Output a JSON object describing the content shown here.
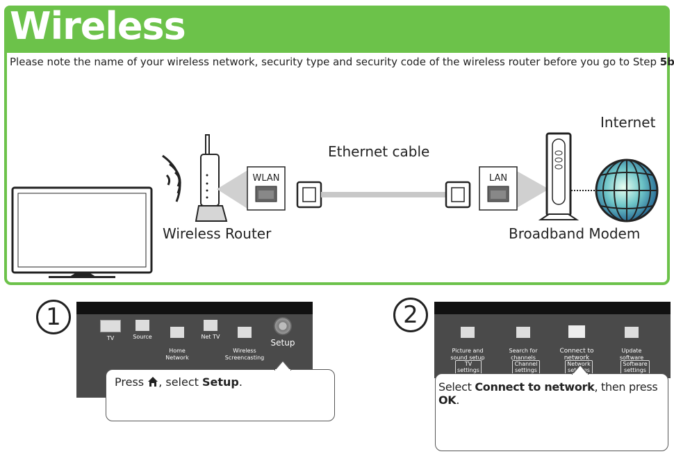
{
  "header": {
    "title": "Wireless"
  },
  "note": {
    "text": "Please note the name of your wireless network, security type and security code of the wireless router before you go to Step ",
    "step": "5b",
    "end": "."
  },
  "diagram": {
    "internet_label": "Internet",
    "cable_label": "Ethernet cable",
    "router_label": "Wireless Router",
    "modem_label": "Broadband Modem",
    "wlan_port": "WLAN",
    "lan_port": "LAN"
  },
  "step1": {
    "number": "1",
    "menu": [
      "TV",
      "Source",
      "Home\nNetwork",
      "Net TV",
      "Wireless\nScreencasting",
      "Setup"
    ],
    "callout_pre": "Press ",
    "callout_mid": ", select ",
    "callout_bold": "Setup",
    "callout_end": "."
  },
  "step2": {
    "number": "2",
    "menu": [
      "Picture and\nsound setup",
      "Search for\nchannels",
      "Connect to\nnetwork",
      "Update\nsoftware"
    ],
    "sub": [
      "TV\nsettings",
      "Channel\nsettings",
      "Network\nsettings",
      "Software\nsettings"
    ],
    "callout_pre": "Select ",
    "callout_bold1": "Connect to network",
    "callout_mid": ", then press ",
    "callout_bold2": "OK",
    "callout_end": "."
  },
  "colors": {
    "accent": "#6cc24a",
    "screen": "#4a4a4a"
  }
}
